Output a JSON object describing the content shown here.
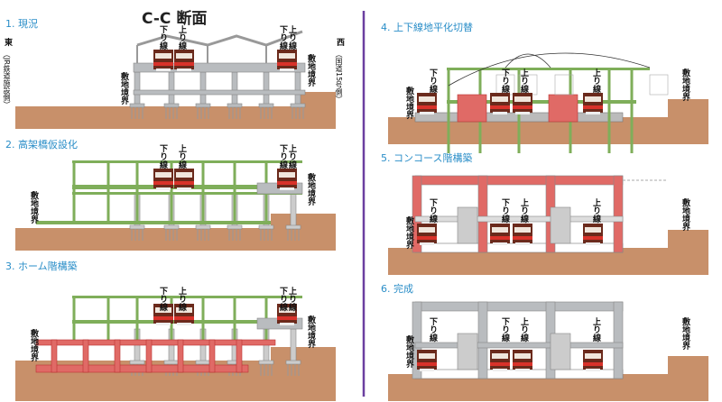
{
  "title": "C-C 断面",
  "steps": [
    "1. 現況",
    "2. 高架橋仮設化",
    "3. ホーム階構築",
    "4. 上下線地平化切替",
    "5. コンコース階構築",
    "6. 完成"
  ],
  "labels": {
    "east": "東",
    "east_note": "（JR鉄道施設側）",
    "west": "西",
    "west_note": "（国道15号側）",
    "down_line": "下り線",
    "up_line": "上り線",
    "boundary": "敷地境界"
  },
  "colors": {
    "step_text": "#2a8ec8",
    "divider": "#6b3fa0",
    "ground": "#c8906a",
    "temp_frame": "#7fae5a",
    "new_structure": "#e06a66",
    "existing": "#b9bcbf"
  }
}
